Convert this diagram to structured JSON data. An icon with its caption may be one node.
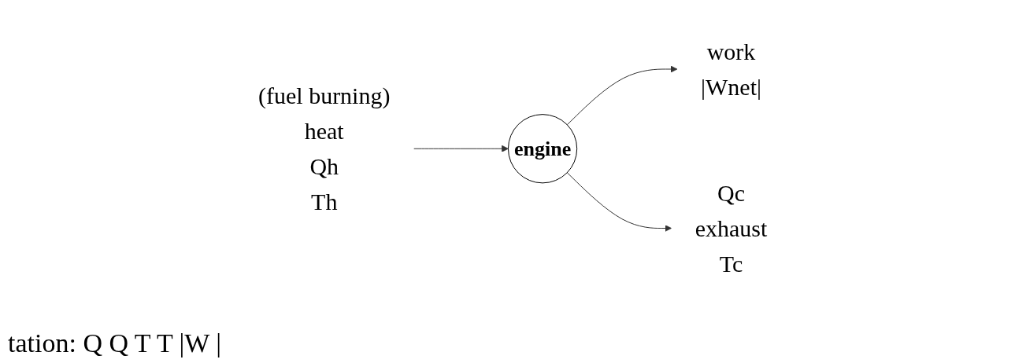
{
  "diagram": {
    "nodes": [
      {
        "text": [
          "(fuel burning)",
          "heat",
          "Qh",
          "Th"
        ]
      },
      {
        "text": [
          "engine"
        ]
      },
      {
        "text": [
          "work",
          "|Wnet|"
        ]
      },
      {
        "text": [
          "Qc",
          "exhaust",
          "Tc"
        ]
      }
    ],
    "edges": [
      {
        "from": 0,
        "to": 1,
        "arrow": "to"
      },
      {
        "from": 1,
        "to": 2,
        "arrow": "to"
      },
      {
        "from": 1,
        "to": 3,
        "arrow": "to"
      }
    ],
    "labels": [
      "tation: Q Q T T |W |"
    ]
  }
}
